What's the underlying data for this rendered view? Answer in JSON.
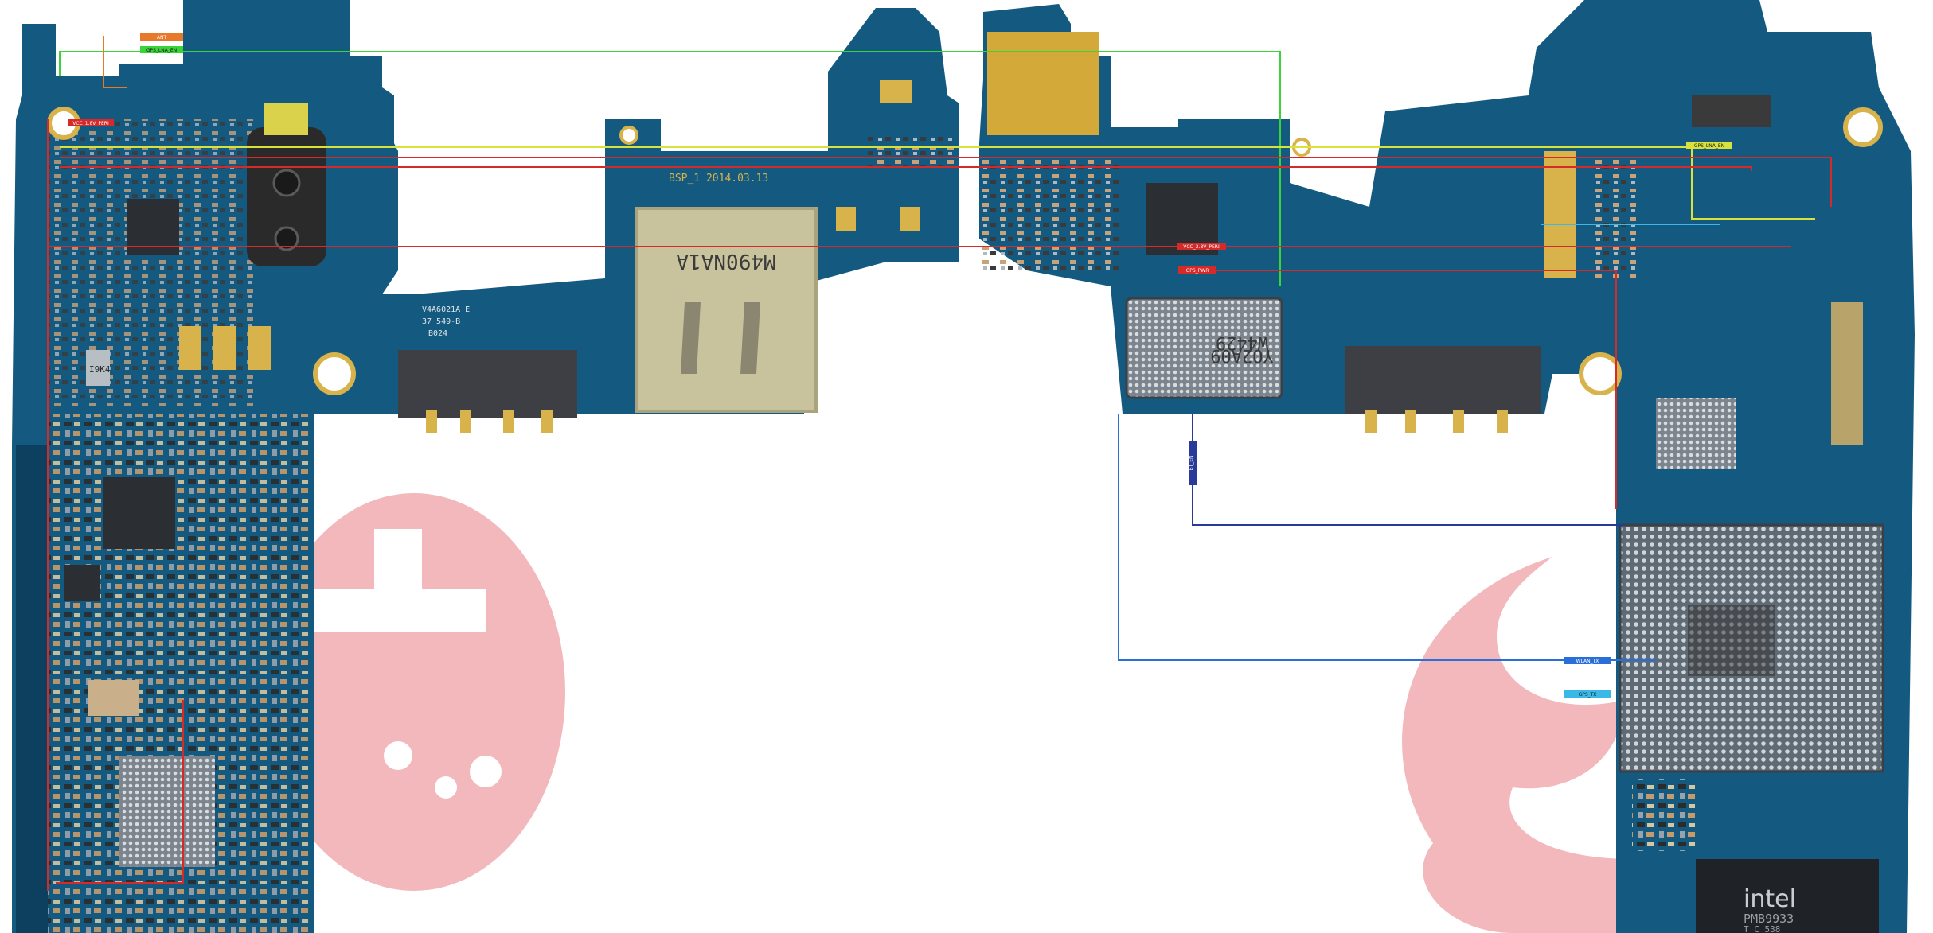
{
  "board": {
    "left_pcb": {
      "sim_marking": "M490NA1A",
      "date_code": "BSP_1  2014.03.13",
      "small_code_1": "V4A6021A E",
      "small_code_2": "37 549-B",
      "small_code_3": "B024",
      "small_chip": "I9K4"
    },
    "right_pcb": {
      "wifi_chip_line1": "YO2A09",
      "wifi_chip_line2": "W4429",
      "soc_brand": "intel",
      "soc_code_1": "PMB9933",
      "soc_code_2": "T C 538"
    }
  },
  "nets": {
    "ant": "ANT",
    "gps_lna_en_left": "GPS_LNA_EN",
    "vcc_1v8": "VCC_1.8V_PERI",
    "gps_lna_en_right": "GPS_LNA_EN",
    "vcc_2v8": "VCC_2.8V_PERI",
    "gps_pwr": "GPS_PWR",
    "wlan_tx": "WLAN_TX",
    "bt_en": "BT_EN",
    "gps_tx": "GPS_TX"
  },
  "colors": {
    "pcb_base": "#145a80",
    "pcb_dark": "#0d3f5e",
    "gold": "#d8b24a",
    "trace_green": "#3ad43a",
    "trace_yellow": "#d8e23a",
    "trace_red": "#d42a2a",
    "trace_blue": "#2a6fd8",
    "trace_cyan": "#3ab8e8",
    "trace_navy": "#2a3a9a",
    "trace_orange": "#e8782a",
    "watermark": "#f2b8bc"
  }
}
